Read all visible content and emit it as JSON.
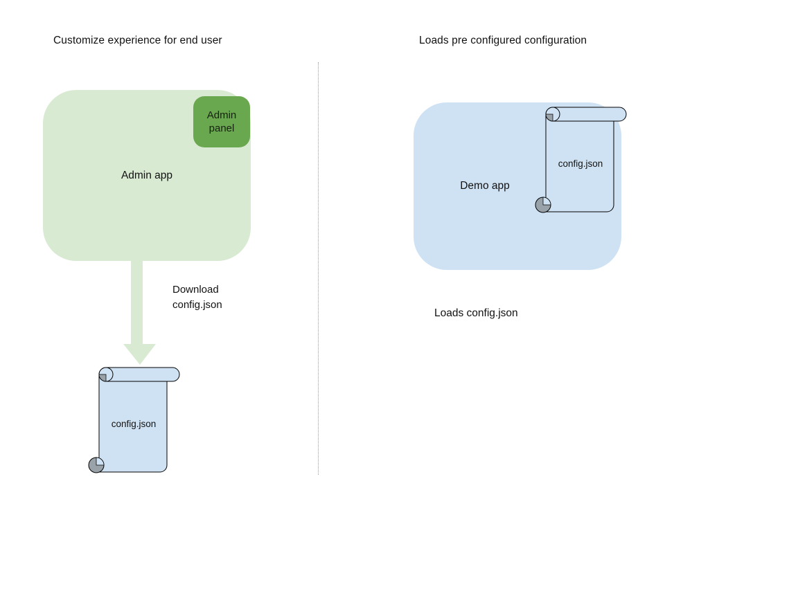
{
  "colors": {
    "light_green": "#d9ead3",
    "dark_green": "#6aa84f",
    "light_blue": "#cfe2f3",
    "curl_gray": "#9aa2a9",
    "divider_gray": "#999999",
    "text": "#111111"
  },
  "left": {
    "title": "Customize experience for end user",
    "app_label": "Admin app",
    "panel_label": "Admin panel",
    "arrow_label": "Download\nconfig.json",
    "file_label": "config.json"
  },
  "right": {
    "title": "Loads pre configured configuration",
    "app_label": "Demo app",
    "file_label": "config.json",
    "caption": "Loads config.json"
  }
}
